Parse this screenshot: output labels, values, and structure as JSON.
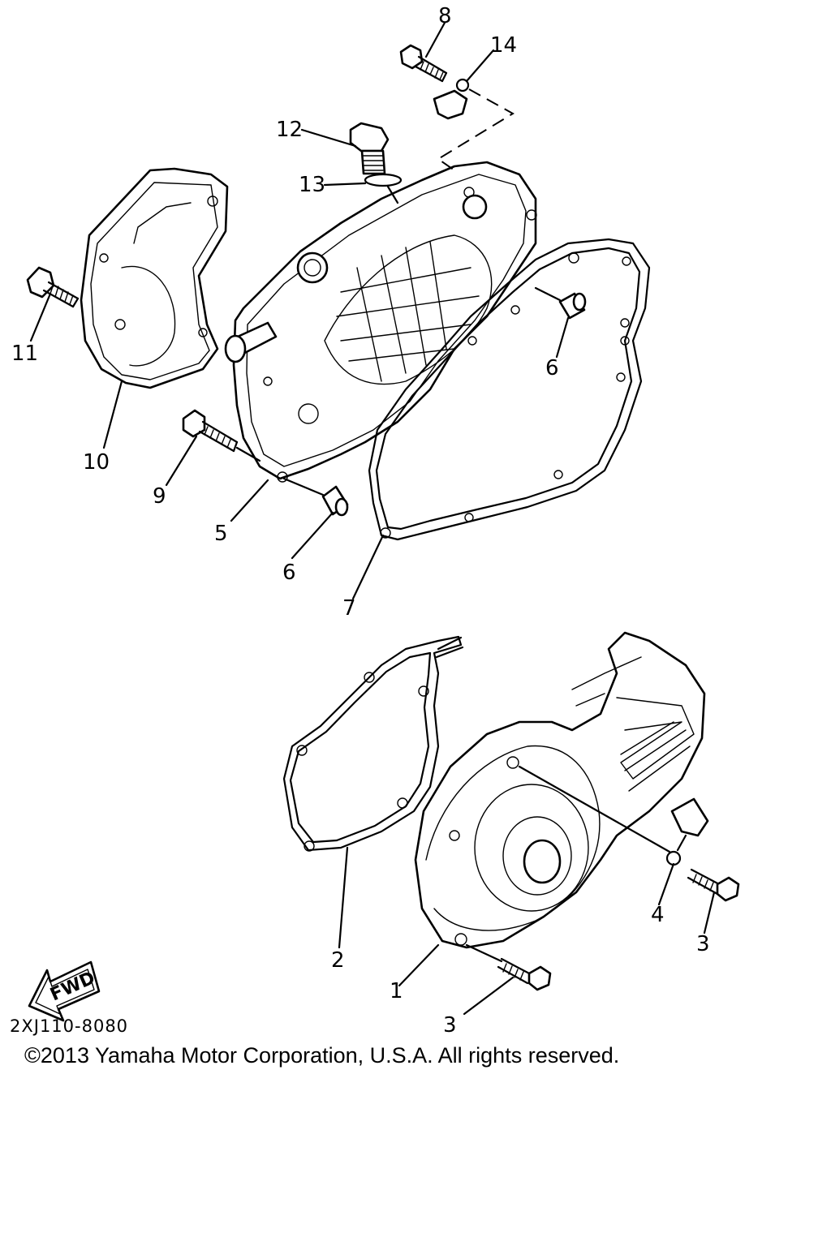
{
  "labels": {
    "p1": "1",
    "p2": "2",
    "p3a": "3",
    "p3b": "3",
    "p4": "4",
    "p5": "5",
    "p6a": "6",
    "p6b": "6",
    "p7": "7",
    "p8": "8",
    "p9": "9",
    "p10": "10",
    "p11": "11",
    "p12": "12",
    "p13": "13",
    "p14": "14"
  },
  "fwd_label": "FWD",
  "diagram_code": "2XJ110-8080",
  "copyright": "©2013 Yamaha Motor Corporation, U.S.A. All rights reserved."
}
